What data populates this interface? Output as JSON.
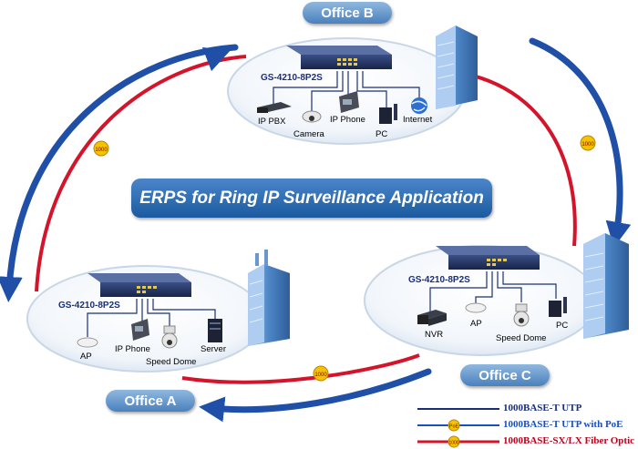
{
  "title": "ERPS for Ring IP Surveillance Application",
  "offices": {
    "b": {
      "name": "Office B",
      "switch_model": "GS-4210-8P2S",
      "devices": [
        "IP PBX",
        "Camera",
        "IP Phone",
        "PC",
        "Internet"
      ]
    },
    "a": {
      "name": "Office A",
      "switch_model": "GS-4210-8P2S",
      "devices": [
        "AP",
        "IP Phone",
        "Speed Dome",
        "Server"
      ]
    },
    "c": {
      "name": "Office C",
      "switch_model": "GS-4210-8P2S",
      "devices": [
        "NVR",
        "AP",
        "Speed Dome",
        "PC"
      ]
    }
  },
  "link_badges": {
    "fiber": "1000",
    "poe": "PoE"
  },
  "legend": [
    {
      "label": "1000BASE-T UTP",
      "color": "#1a2f7a",
      "badge": ""
    },
    {
      "label": "1000BASE-T UTP with PoE",
      "color": "#1a4fbf",
      "badge": "PoE"
    },
    {
      "label": "1000BASE-SX/LX Fiber Optic",
      "color": "#c0001c",
      "badge": "1000"
    }
  ],
  "colors": {
    "ring_fiber": "#d4142a",
    "ring_arrow": "#1f4fa6",
    "utp": "#1a2f7a",
    "banner": "#2e6fb6",
    "office_label": "#6b9fd4"
  }
}
